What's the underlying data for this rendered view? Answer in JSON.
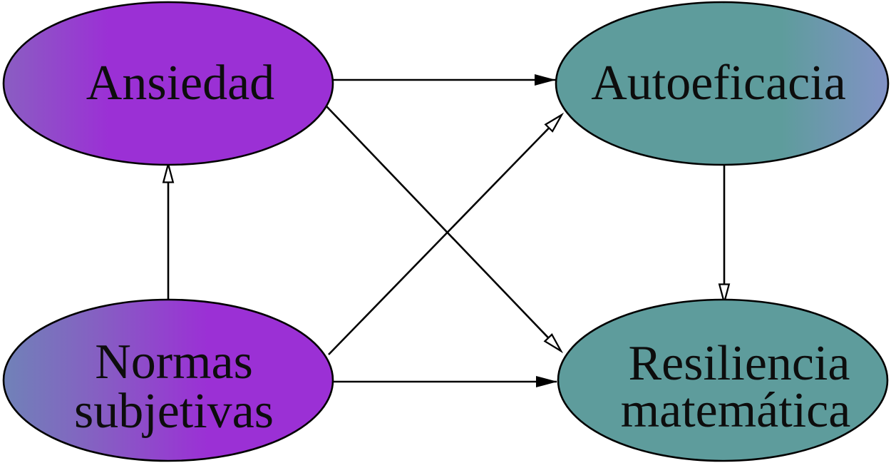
{
  "diagram": {
    "type": "path-model-diagram",
    "background_color": "#ffffff",
    "stroke_color": "#000000",
    "text_color": "#0d0d0d",
    "nodes": {
      "ansiedad": {
        "label": "Ansiedad",
        "shape": "ellipse",
        "fill": "#9b30d5",
        "gradient_edge": "#8a5ec2"
      },
      "autoeficacia": {
        "label": "Autoeficacia",
        "shape": "ellipse",
        "fill": "#5e9c9c",
        "gradient_edge": "#8292c6"
      },
      "normas_subjetivas": {
        "label_line1": "Normas",
        "label_line2": "subjetivas",
        "shape": "ellipse",
        "fill": "#9b30d5",
        "gradient_mid": "#8560c2",
        "gradient_edge": "#7082b8"
      },
      "resiliencia_matematica": {
        "label_line1": "Resiliencia",
        "label_line2": "matemática",
        "shape": "ellipse",
        "fill": "#5e9c9c"
      }
    },
    "edges": [
      {
        "from": "ansiedad",
        "to": "autoeficacia",
        "arrowhead": "solid"
      },
      {
        "from": "ansiedad",
        "to": "resiliencia_matematica",
        "arrowhead": "open"
      },
      {
        "from": "normas_subjetivas",
        "to": "ansiedad",
        "arrowhead": "open"
      },
      {
        "from": "normas_subjetivas",
        "to": "autoeficacia",
        "arrowhead": "open"
      },
      {
        "from": "normas_subjetivas",
        "to": "resiliencia_matematica",
        "arrowhead": "solid"
      },
      {
        "from": "autoeficacia",
        "to": "resiliencia_matematica",
        "arrowhead": "open"
      }
    ]
  }
}
